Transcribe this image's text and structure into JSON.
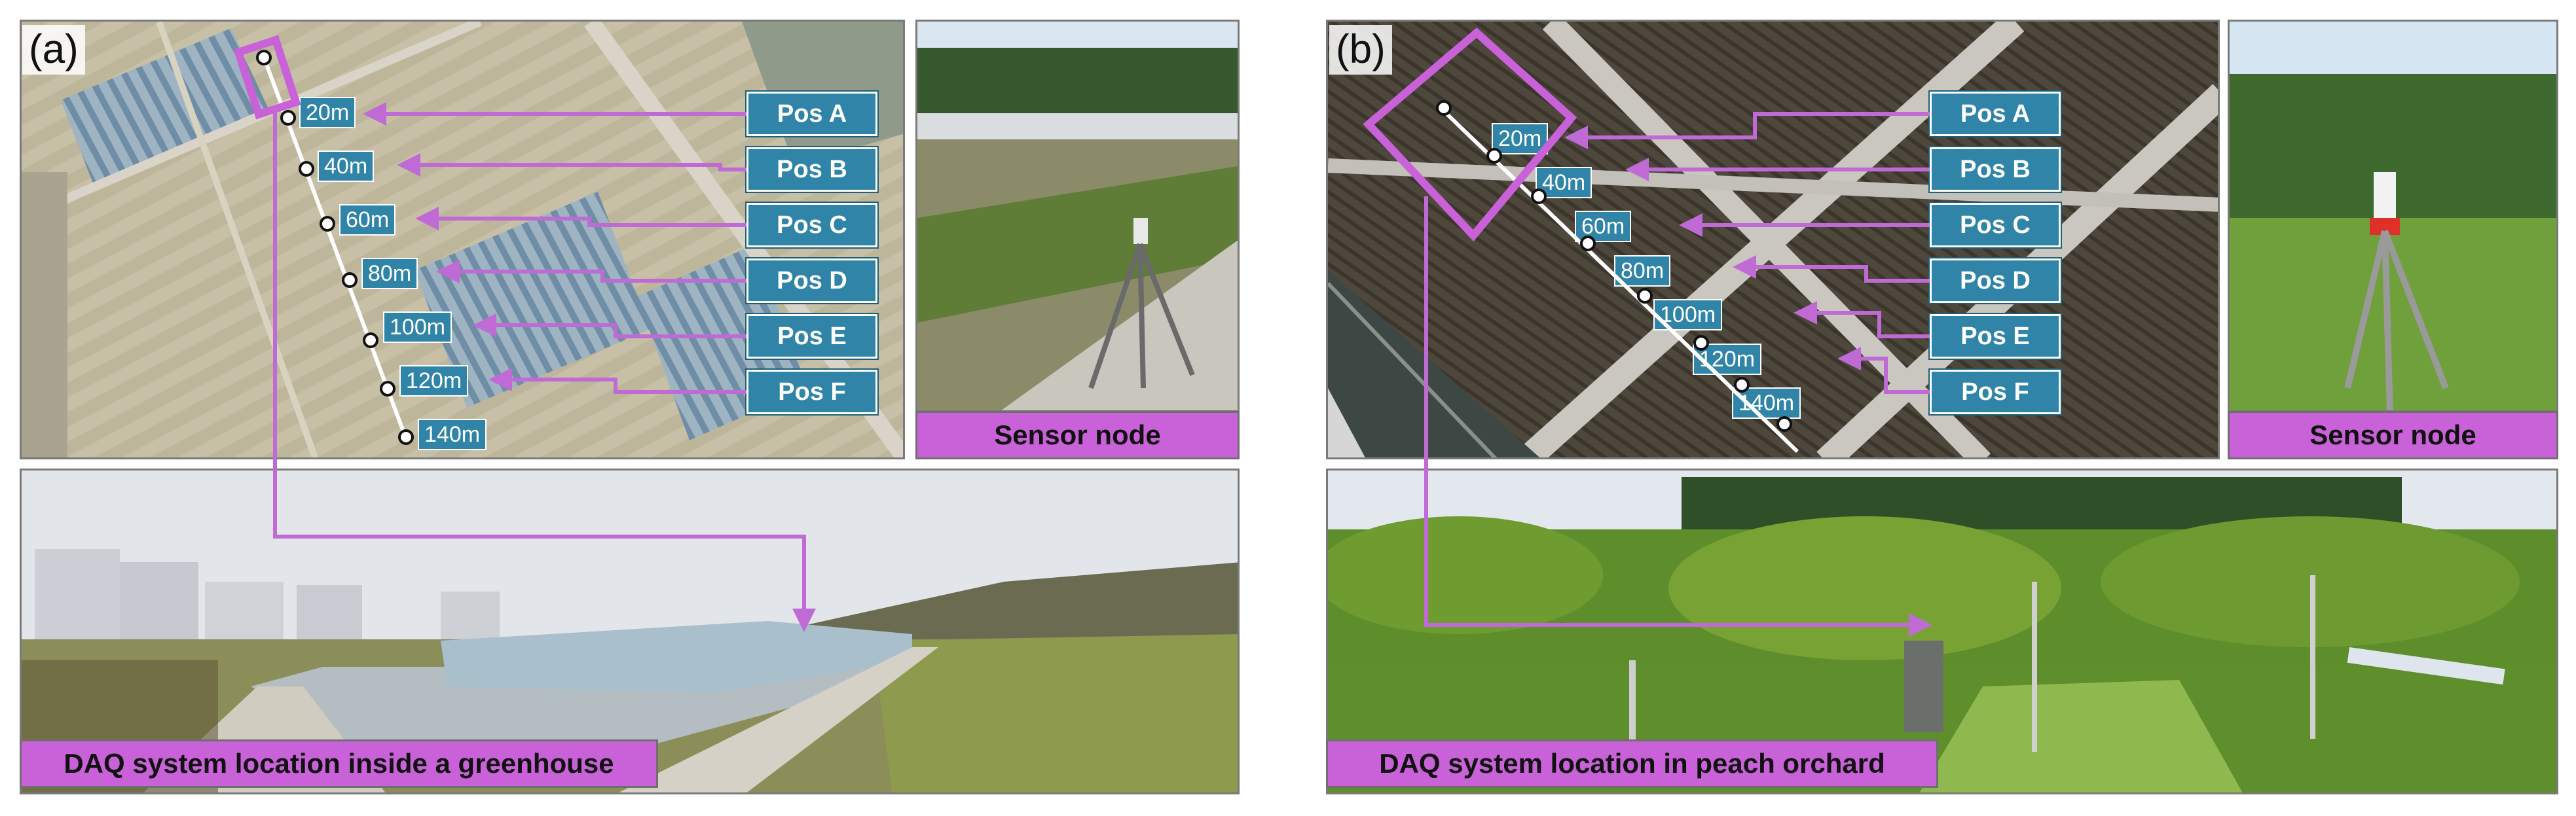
{
  "panel_a": {
    "letter": "(a)",
    "positions": [
      "Pos A",
      "Pos B",
      "Pos C",
      "Pos D",
      "Pos E",
      "Pos F"
    ],
    "distances": [
      "20m",
      "40m",
      "60m",
      "80m",
      "100m",
      "120m",
      "140m"
    ],
    "sensor_caption": "Sensor node",
    "daq_caption": "DAQ system location inside a greenhouse"
  },
  "panel_b": {
    "letter": "(b)",
    "positions": [
      "Pos A",
      "Pos B",
      "Pos C",
      "Pos D",
      "Pos E",
      "Pos F"
    ],
    "distances": [
      "20m",
      "40m",
      "60m",
      "80m",
      "100m",
      "120m",
      "140m"
    ],
    "sensor_caption": "Sensor node",
    "daq_caption": "DAQ system location in peach orchard"
  },
  "colors": {
    "accent": "#c961d9",
    "label_blue": "#2f84a8",
    "line": "#c06ad6"
  }
}
